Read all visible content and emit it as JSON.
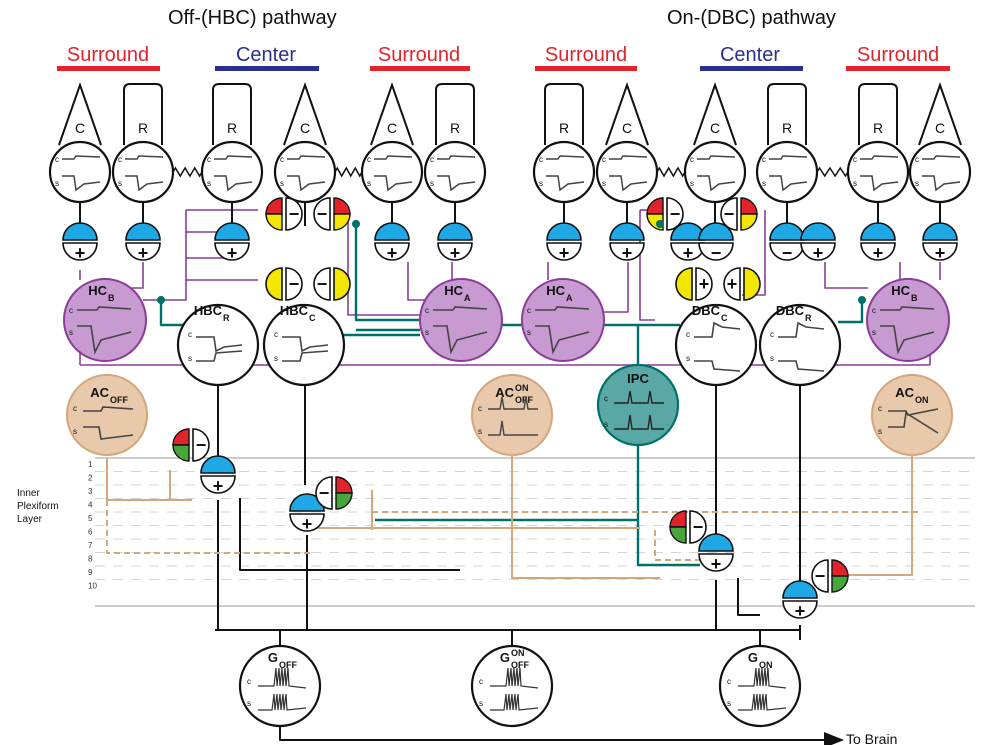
{
  "headings": {
    "off_pathway": "Off-(HBC) pathway",
    "on_pathway": "On-(DBC) pathway"
  },
  "fields": [
    "Surround",
    "Center",
    "Surround",
    "Surround",
    "Center",
    "Surround"
  ],
  "colors": {
    "surround": "#e3232b",
    "center": "#2a2f8f",
    "horizontal_cell": "#c79bd1",
    "amacrine_cell": "#e9c9ac",
    "interplexiform_cell": "#5aa8a5",
    "synapse_blue": "#1ea9e6",
    "synapse_yellow": "#f3e600",
    "synapse_red": "#e3232b",
    "synapse_green": "#46a63a",
    "wire_teal": "#00706a",
    "wire_purple": "#8a3d96",
    "wire_tan": "#d2a779"
  },
  "photoreceptors": [
    {
      "type": "C"
    },
    {
      "type": "R"
    },
    {
      "type": "R"
    },
    {
      "type": "C"
    },
    {
      "type": "C"
    },
    {
      "type": "R"
    },
    {
      "type": "R"
    },
    {
      "type": "C"
    },
    {
      "type": "C"
    },
    {
      "type": "R"
    },
    {
      "type": "R"
    },
    {
      "type": "C"
    }
  ],
  "trace_labels": {
    "c": "c",
    "s": "s"
  },
  "signs": {
    "plus": "+",
    "minus": "−"
  },
  "horizontal_cells": [
    {
      "main": "HC",
      "sub": "B"
    },
    {
      "main": "HC",
      "sub": "A"
    },
    {
      "main": "HC",
      "sub": "A"
    },
    {
      "main": "HC",
      "sub": "B"
    }
  ],
  "bipolar_cells": [
    {
      "main": "HBC",
      "sub": "R"
    },
    {
      "main": "HBC",
      "sub": "C"
    },
    {
      "main": "DBC",
      "sub": "C"
    },
    {
      "main": "DBC",
      "sub": "R"
    }
  ],
  "amacrine_cells": [
    {
      "main": "AC",
      "sub": "OFF",
      "sup": ""
    },
    {
      "main": "AC",
      "sub": "OFF",
      "sup": "ON"
    },
    {
      "main": "AC",
      "sub": "ON",
      "sup": ""
    }
  ],
  "interplexiform": {
    "label": "IPC"
  },
  "ipl": {
    "title_lines": [
      "Inner",
      "Plexiform",
      "Layer"
    ],
    "layers": [
      "1",
      "2",
      "3",
      "4",
      "5",
      "6",
      "7",
      "8",
      "9",
      "10"
    ]
  },
  "ganglion_cells": [
    {
      "main": "G",
      "sub": "OFF",
      "sup": ""
    },
    {
      "main": "G",
      "sub": "OFF",
      "sup": "ON"
    },
    {
      "main": "G",
      "sub": "ON",
      "sup": ""
    }
  ],
  "output_label": "To Brain"
}
